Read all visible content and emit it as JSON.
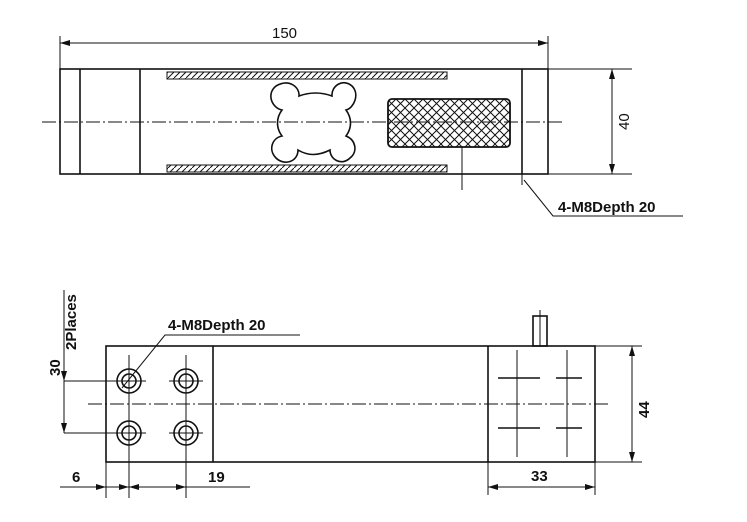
{
  "top_view": {
    "dim_length": "150",
    "dim_height": "40",
    "thread_callout": "4-M8Depth 20"
  },
  "front_view": {
    "places_label": "2Places",
    "thread_callout": "4-M8Depth 20",
    "dim_hole_spacing_v": "30",
    "dim_height": "44",
    "dim_edge_offset": "6",
    "dim_hole_spacing_h": "19",
    "dim_end_block": "33"
  }
}
